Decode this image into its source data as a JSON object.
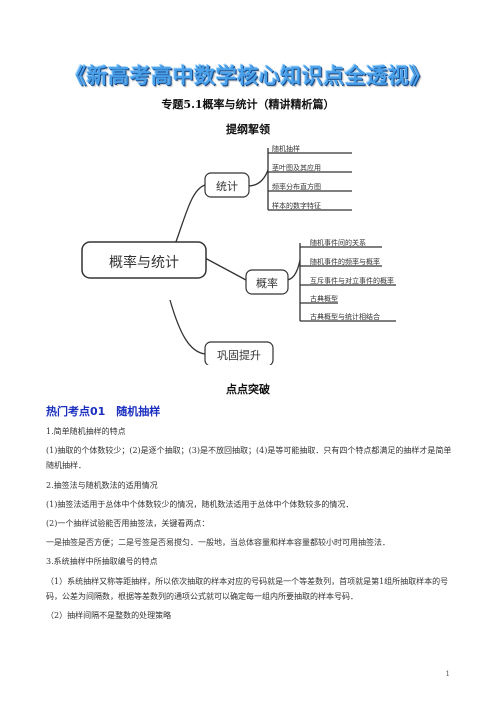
{
  "banner": "《新高考高中数学核心知识点全透视》",
  "subtitle": "专题5.1概率与统计（精讲精析篇）",
  "outline_title": "提纲挈领",
  "mindmap": {
    "root": "概率与统计",
    "branch1": {
      "label": "统计",
      "items": [
        "随机抽样",
        "茎叶图及其应用",
        "频率分布直方图",
        "样本的数字特征"
      ]
    },
    "branch2": {
      "label": "概率",
      "items": [
        "随机事件间的关系",
        "随机事件的频率与概率",
        "互斥事件与对立事件的概率",
        "古典概型",
        "古典概型与统计相结合"
      ]
    },
    "branch3": {
      "label": "巩固提升"
    }
  },
  "points_title": "点点突破",
  "section_heading": "热门考点01　随机抽样",
  "paragraphs": [
    "1.简单随机抽样的特点",
    "(1)抽取的个体数较少；(2)是逐个抽取；(3)是不放回抽取；(4)是等可能抽取．只有四个特点都满足的抽样才是简单随机抽样．",
    "2.抽签法与随机数法的适用情况",
    "(1)抽签法适用于总体中个体数较少的情况，随机数法适用于总体中个体数较多的情况．",
    "(2)一个抽样试验能否用抽签法，关键看两点：",
    "一是抽签是否方便；二是号签是否易搅匀．一般地，当总体容量和样本容量都较小时可用抽签法．",
    "3.系统抽样中所抽取编号的特点",
    "（1）系统抽样又称等距抽样，所以依次抽取的样本对应的号码就是一个等差数列，首项就是第1组所抽取样本的号码，公差为间隔数，根据等差数列的通项公式就可以确定每一组内所要抽取的样本号码．",
    "（2）抽样间隔不是整数的处理策略"
  ],
  "page_number": "1"
}
